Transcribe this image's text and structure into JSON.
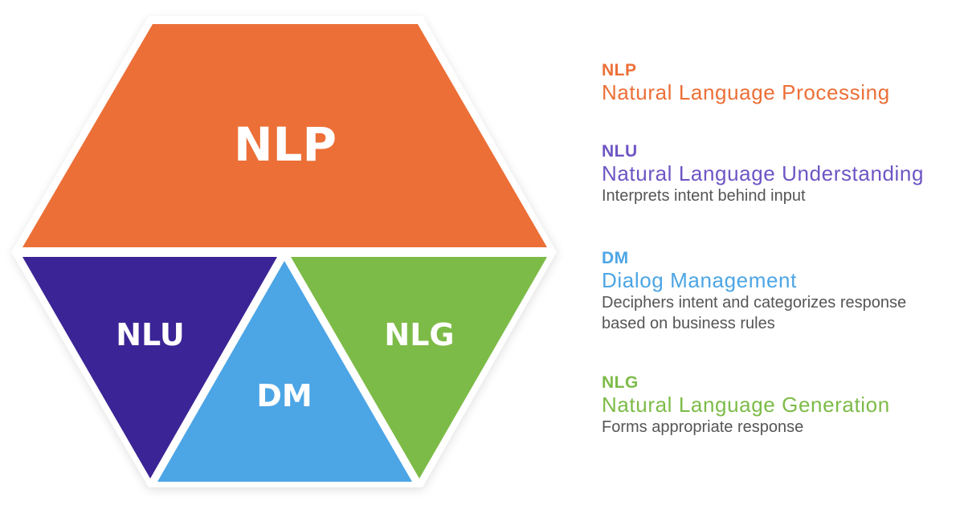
{
  "colors": {
    "nlp": "#EC6F37",
    "nlu": "#3B2495",
    "nlu_text": "#6E55C4",
    "dm": "#4CA5E5",
    "nlg": "#7DBB48",
    "description": "#555555"
  },
  "diagram": {
    "nlp": "NLP",
    "nlu": "NLU",
    "dm": "DM",
    "nlg": "NLG"
  },
  "legend": [
    {
      "abbr": "NLP",
      "name": "Natural Language Processing",
      "description": []
    },
    {
      "abbr": "NLU",
      "name": "Natural Language Understanding",
      "description": [
        "Interprets intent behind input"
      ]
    },
    {
      "abbr": "DM",
      "name": "Dialog Management",
      "description": [
        "Deciphers intent and categorizes response",
        "based on business rules"
      ]
    },
    {
      "abbr": "NLG",
      "name": "Natural Language Generation",
      "description": [
        "Forms appropriate response"
      ]
    }
  ]
}
